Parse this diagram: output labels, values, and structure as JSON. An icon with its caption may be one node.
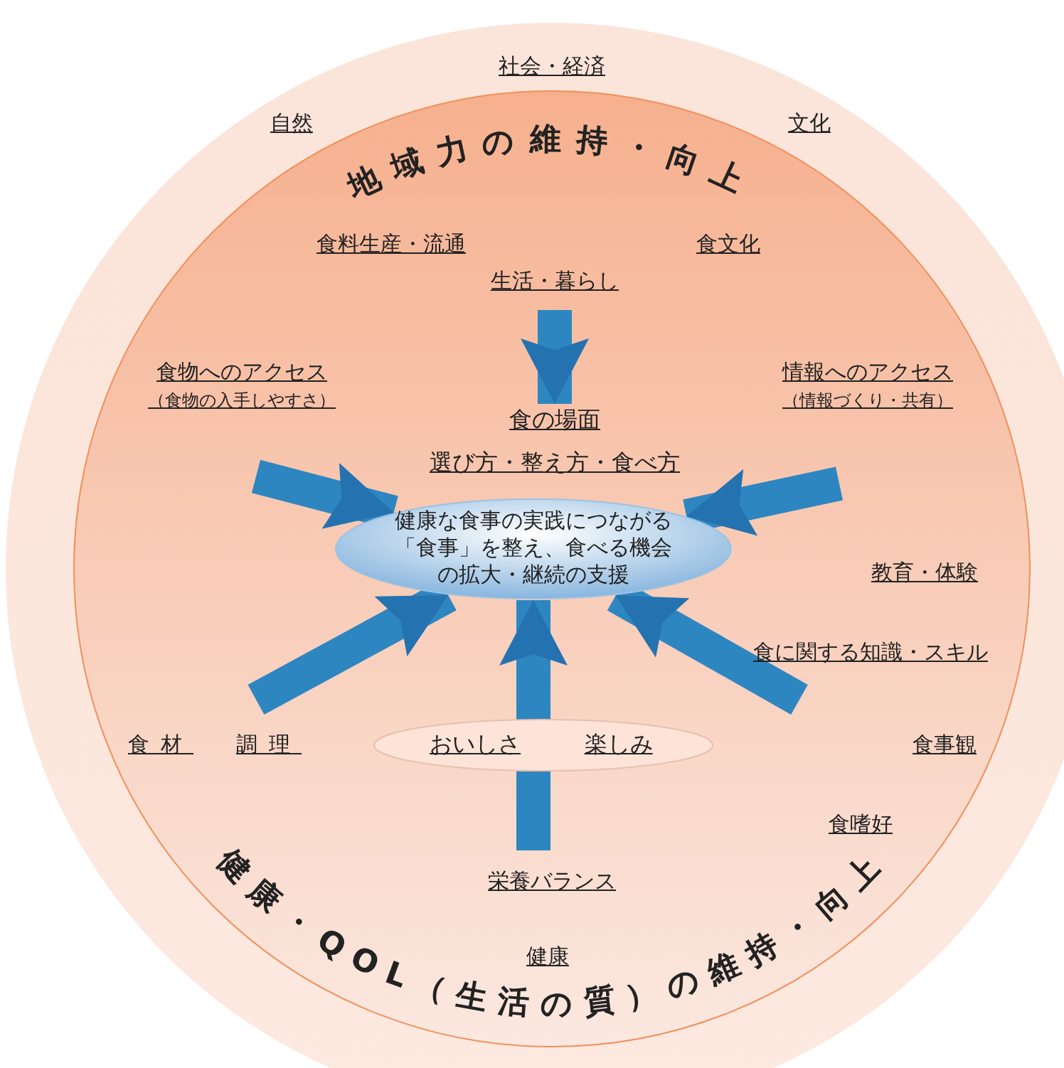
{
  "diagram": {
    "nodes": [
      {
        "text": [],
        "shape": "circle"
      },
      {
        "text": [
          "地域力の維持・向上",
          "健康・QOL（生活の質）の維持・向上"
        ],
        "in": 0
      },
      {
        "text": [
          "健康な食事の実践につながる「食事」を整え、食べる機会の拡大・継続の支援"
        ],
        "in": 1
      },
      {
        "text": [
          "おいしさ",
          "楽しみ"
        ],
        "in": 1
      },
      {
        "text": [
          "食の場面",
          "選び方・整え方・食べ方"
        ],
        "in": 1
      }
    ],
    "edges": [
      {
        "from": null,
        "to": 4,
        "arrow": "to"
      },
      {
        "from": null,
        "to": 2,
        "arrow": "to"
      },
      {
        "from": null,
        "to": 2,
        "arrow": "to"
      },
      {
        "from": null,
        "to": 2,
        "arrow": "to"
      },
      {
        "from": null,
        "to": 2,
        "arrow": "to"
      },
      {
        "from": null,
        "to": 2,
        "arrow": "to"
      }
    ],
    "labels": [
      "社会・経済",
      "自然",
      "文化",
      "食料生産・流通",
      "食文化",
      "生活・暮らし",
      "食物へのアクセス",
      "（食物の入手しやすさ）",
      "情報へのアクセス",
      "（情報づくり・共有）",
      "教育・体験",
      "食に関する知識・スキル",
      "食材",
      "調理",
      "食事観",
      "食嗜好",
      "栄養バランス",
      "健康"
    ]
  }
}
